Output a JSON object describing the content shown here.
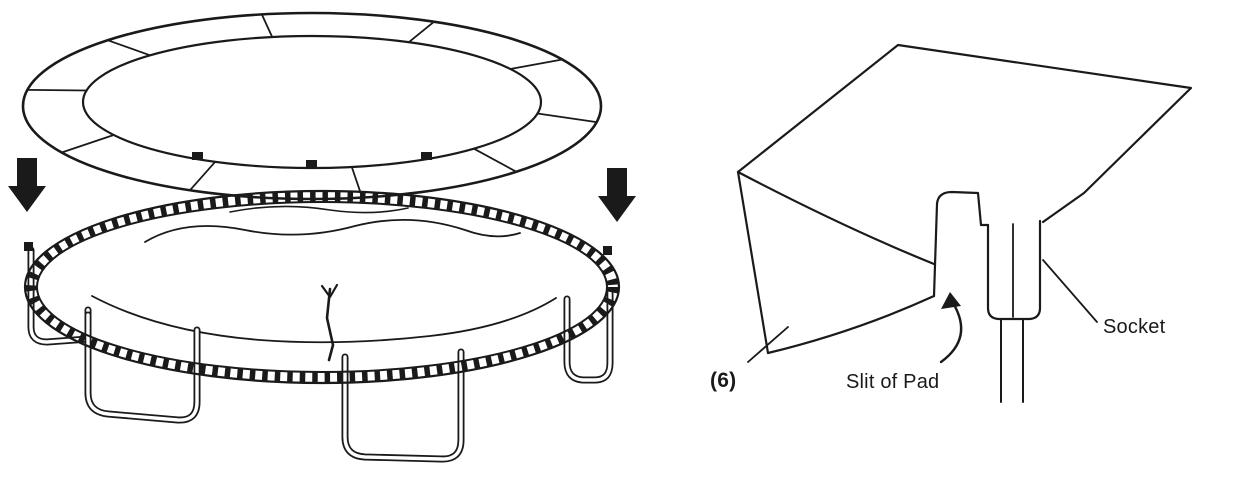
{
  "page": {
    "background": "#ffffff",
    "line_color": "#1a1a1a"
  },
  "labels": {
    "part_number": "(6)",
    "slit_of_pad": "Slit of Pad",
    "socket": "Socket"
  },
  "icons": {
    "left_arrow": "down-arrow-icon",
    "right_arrow": "down-arrow-icon",
    "slit_pointer": "curved-up-arrow-icon"
  }
}
